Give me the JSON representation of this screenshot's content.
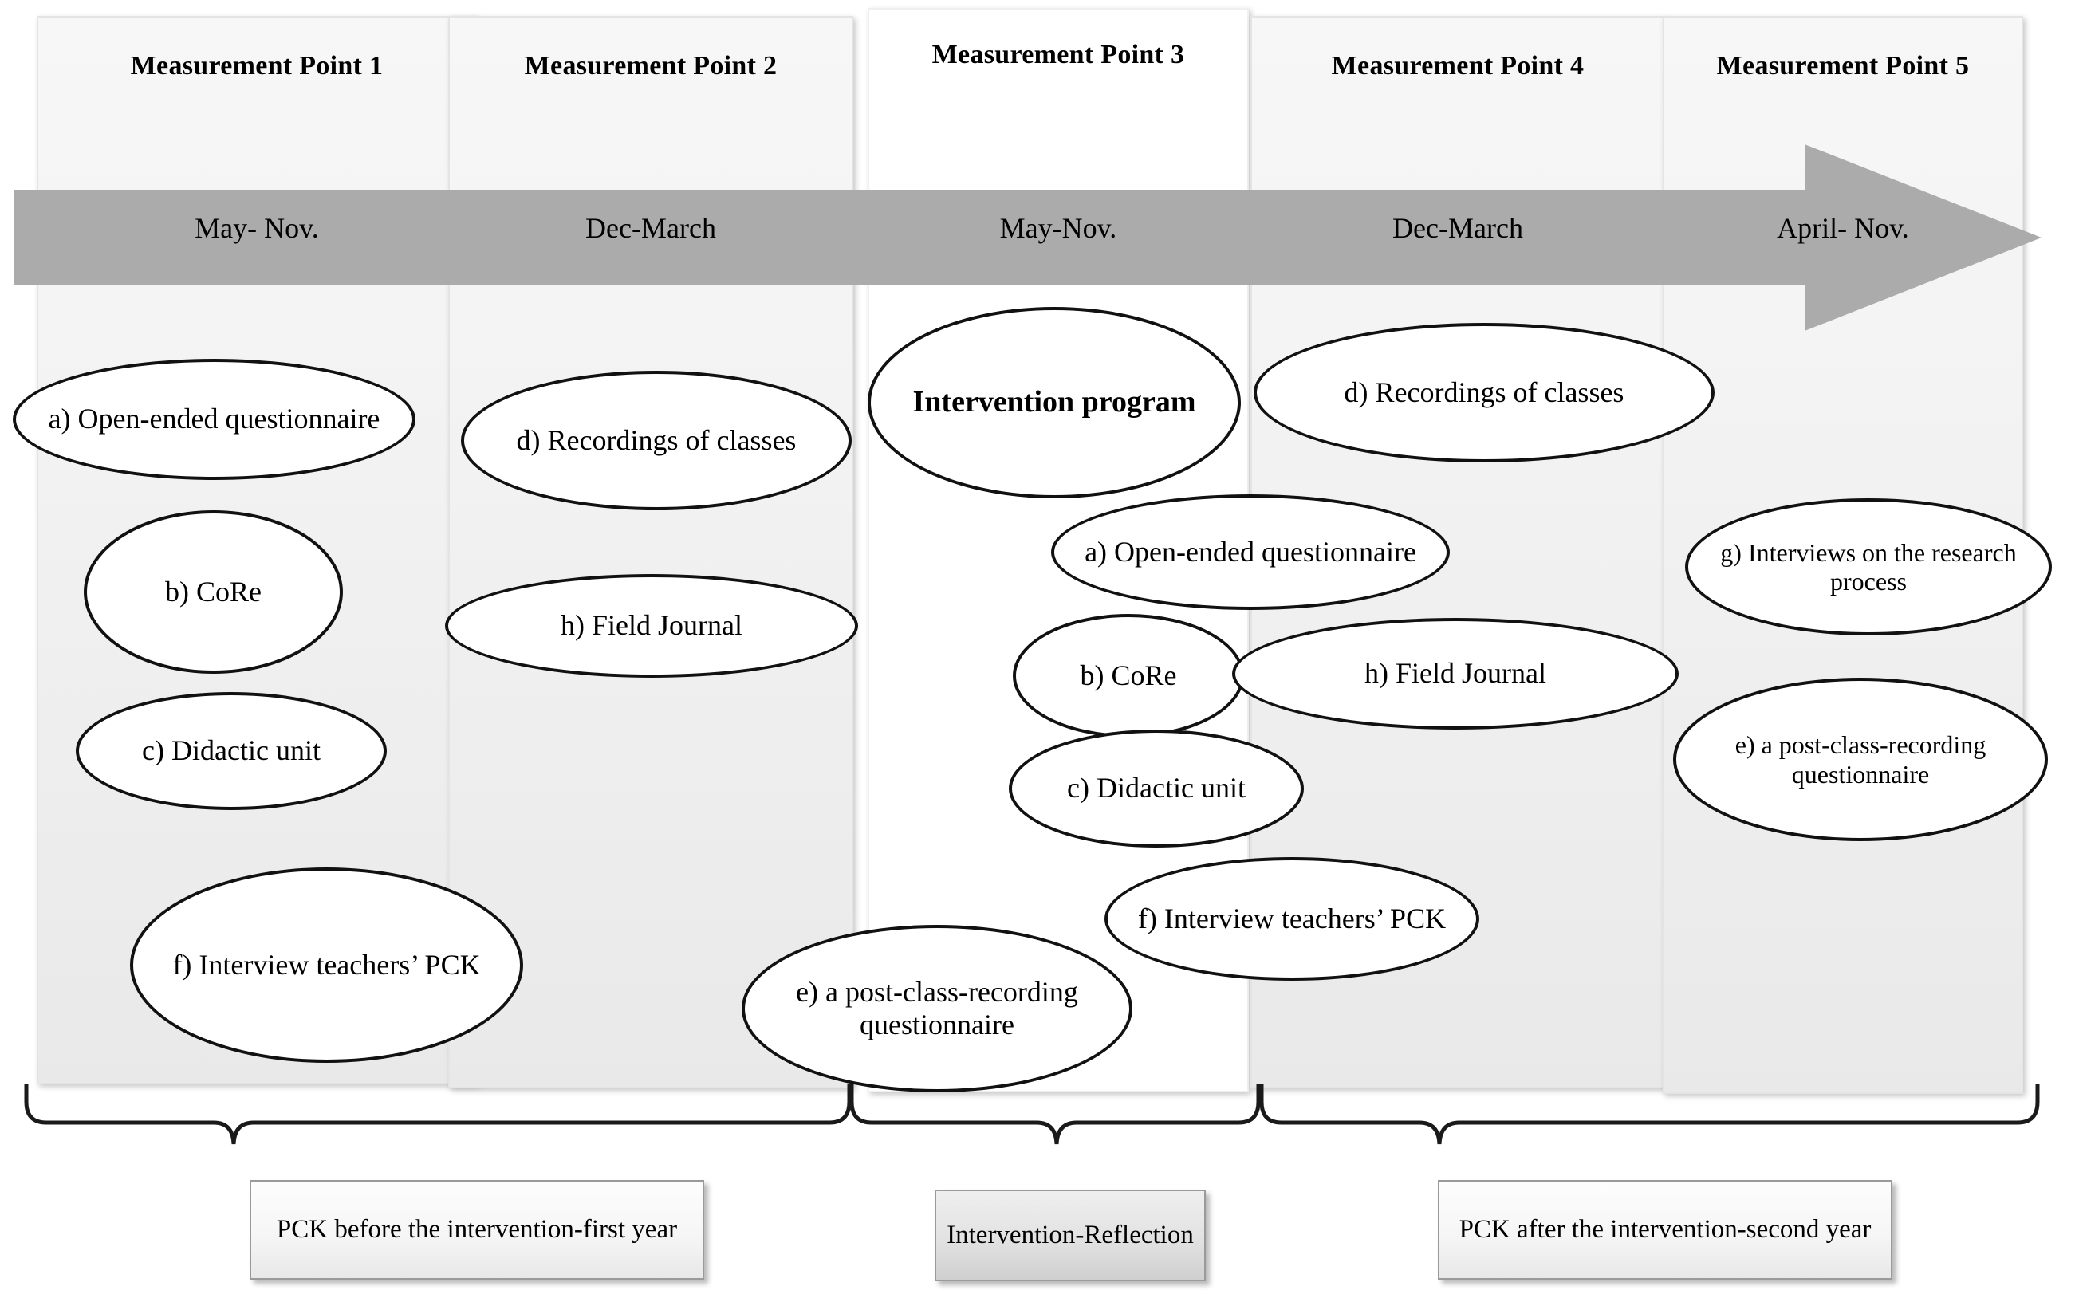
{
  "diagram": {
    "title": "Research design across five measurement points",
    "colors": {
      "arrow_band": "#ababab",
      "panel_shaded": "#f1f1f1",
      "panel_white": "#ffffff",
      "ellipse_border": "#111111",
      "label_box_gray": "#e2e2e2"
    }
  },
  "columns": [
    {
      "id": "mp1",
      "header": "Measurement Point 1",
      "period": "May- Nov.",
      "shaded": true
    },
    {
      "id": "mp2",
      "header": "Measurement Point 2",
      "period": "Dec-March",
      "shaded": true
    },
    {
      "id": "mp3",
      "header": "Measurement Point 3",
      "period": "May-Nov.",
      "shaded": false
    },
    {
      "id": "mp4",
      "header": "Measurement Point 4",
      "period": "Dec-March",
      "shaded": true
    },
    {
      "id": "mp5",
      "header": "Measurement Point 5",
      "period": "April- Nov.",
      "shaded": true
    }
  ],
  "ellipses": [
    {
      "id": "e1",
      "column": "mp1",
      "text": "a) Open-ended questionnaire",
      "bold": false
    },
    {
      "id": "e2",
      "column": "mp1",
      "text": "b) CoRe",
      "bold": false
    },
    {
      "id": "e3",
      "column": "mp1",
      "text": "c) Didactic unit",
      "bold": false
    },
    {
      "id": "e4",
      "column": "mp1",
      "text": "f) Interview teachers’ PCK",
      "bold": false
    },
    {
      "id": "e5",
      "column": "mp2",
      "text": "d) Recordings of classes",
      "bold": false
    },
    {
      "id": "e6",
      "column": "mp2",
      "text": "h) Field Journal",
      "bold": false
    },
    {
      "id": "e7",
      "column": "mp2",
      "text": "e) a post-class-recording questionnaire",
      "bold": false
    },
    {
      "id": "e8",
      "column": "mp3",
      "text": "Intervention program",
      "bold": true
    },
    {
      "id": "e9",
      "column": "mp3",
      "text": "a) Open-ended questionnaire",
      "bold": false
    },
    {
      "id": "e10",
      "column": "mp3",
      "text": "b) CoRe",
      "bold": false
    },
    {
      "id": "e11",
      "column": "mp3",
      "text": "h) Field Journal",
      "bold": false
    },
    {
      "id": "e12",
      "column": "mp3",
      "text": "c) Didactic unit",
      "bold": false
    },
    {
      "id": "e13",
      "column": "mp3",
      "text": "f) Interview teachers’ PCK",
      "bold": false
    },
    {
      "id": "e14",
      "column": "mp4",
      "text": "d) Recordings of classes",
      "bold": false
    },
    {
      "id": "e15",
      "column": "mp5",
      "text": "g) Interviews on the research process",
      "bold": false
    },
    {
      "id": "e16",
      "column": "mp5",
      "text": "e) a post-class-recording questionnaire",
      "bold": false
    }
  ],
  "phase_labels": [
    {
      "id": "p1",
      "text": "PCK before the intervention-first year",
      "style": "plain"
    },
    {
      "id": "p2",
      "text": "Intervention-Reflection",
      "style": "gray"
    },
    {
      "id": "p3",
      "text": "PCK after the intervention-second year",
      "style": "plain"
    }
  ]
}
